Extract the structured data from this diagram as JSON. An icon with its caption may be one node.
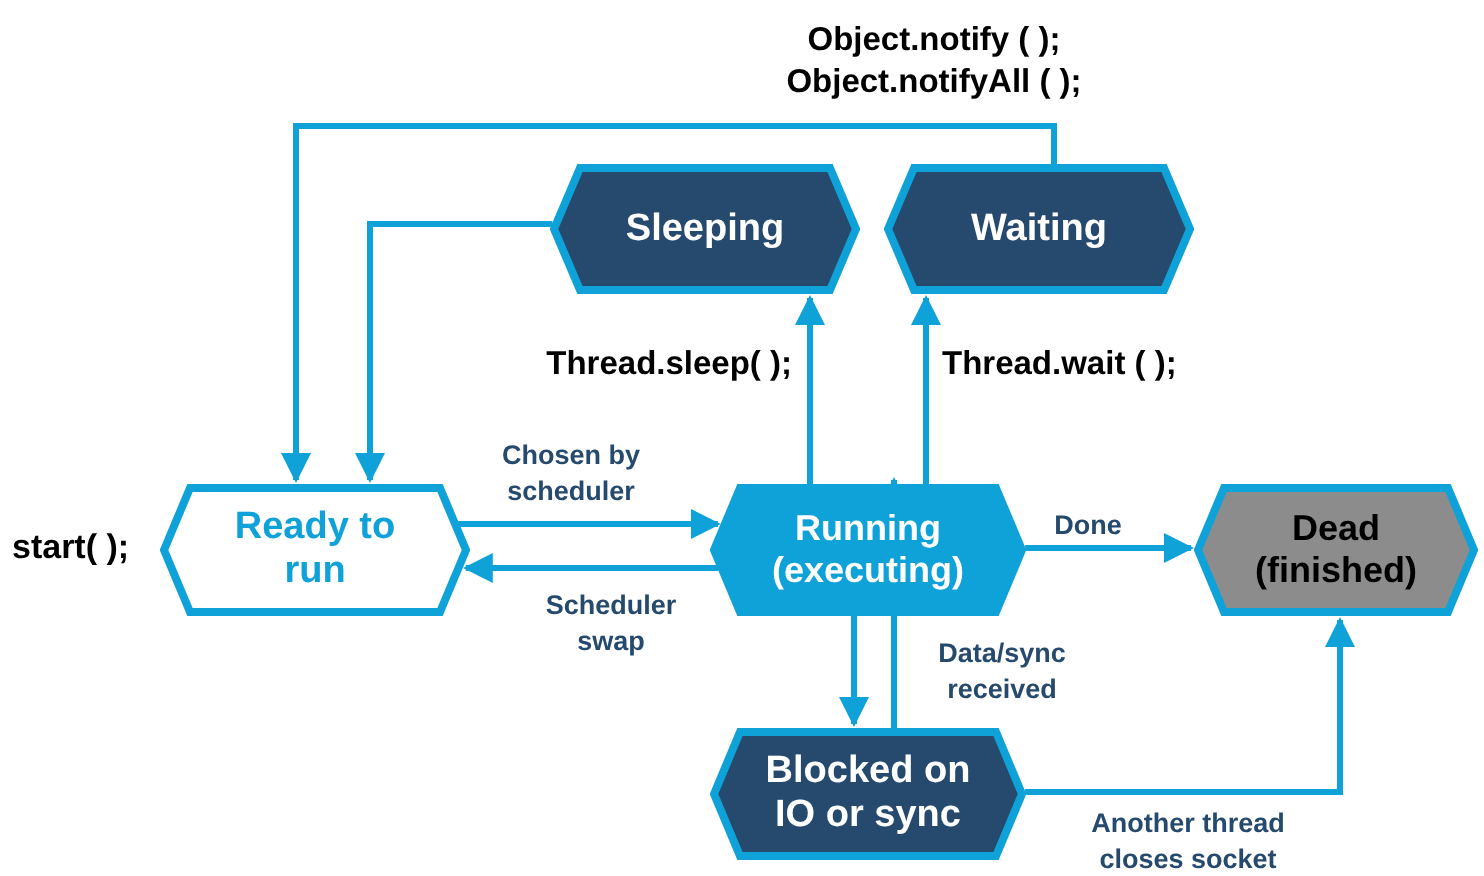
{
  "diagram": {
    "nodes": [
      {
        "text": [
          "Sleeping"
        ]
      },
      {
        "text": [
          "Waiting"
        ]
      },
      {
        "text": [
          "Ready to run"
        ]
      },
      {
        "text": [
          "Running (executing)"
        ]
      },
      {
        "text": [
          "Dead (finished)"
        ]
      },
      {
        "text": [
          "Blocked on IO or sync"
        ]
      }
    ],
    "edges": [
      {
        "from": 1,
        "to": 2,
        "arrow": "to",
        "label": "Object.notify ( ); Object.notifyAll ( );"
      },
      {
        "from": 0,
        "to": 2,
        "arrow": "to"
      },
      {
        "from": 3,
        "to": 0,
        "arrow": "to",
        "label": "Thread.sleep( );"
      },
      {
        "from": 3,
        "to": 1,
        "arrow": "to",
        "label": "Thread.wait ( );"
      },
      {
        "from": 2,
        "to": 3,
        "arrow": "to",
        "label": "Chosen by scheduler"
      },
      {
        "from": 3,
        "to": 2,
        "arrow": "to",
        "label": "Scheduler swap"
      },
      {
        "from": 3,
        "to": 4,
        "arrow": "to",
        "label": "Done"
      },
      {
        "from": 3,
        "to": 5,
        "arrow": "to"
      },
      {
        "from": 5,
        "to": 3,
        "arrow": "to",
        "label": "Data/sync received"
      },
      {
        "from": 5,
        "to": 4,
        "arrow": "to",
        "label": "Another thread closes socket"
      }
    ],
    "labels": [
      "start( );"
    ]
  }
}
